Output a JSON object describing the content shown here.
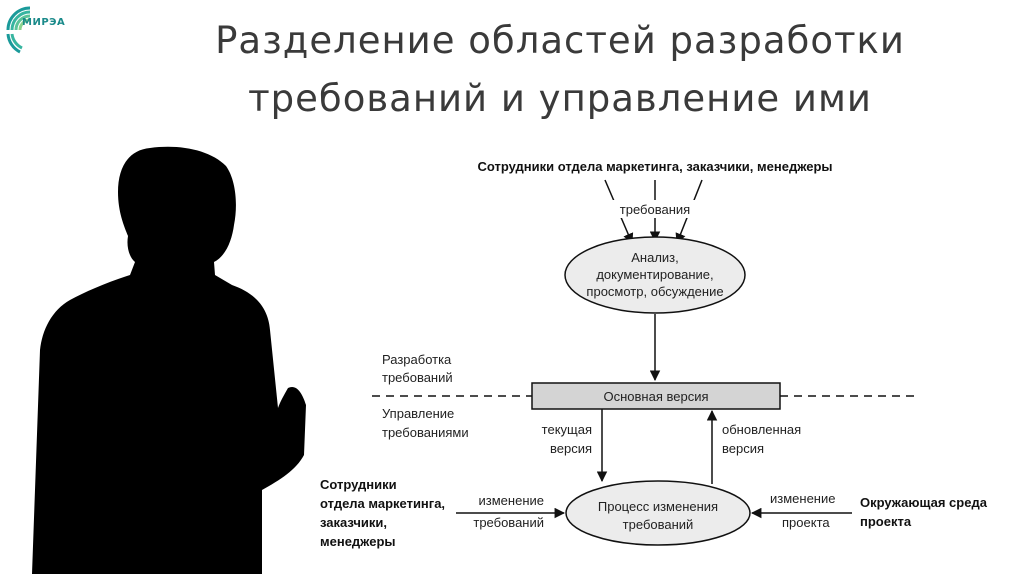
{
  "logo": {
    "text": "МИРЭА",
    "brand_color": "#1a8a8a"
  },
  "title": {
    "line1": "Разделение областей разработки",
    "line2": "требований и управление ими"
  },
  "diagram": {
    "top_actors": "Сотрудники отдела маркетинга, заказчики, менеджеры",
    "requirements_label": "требования",
    "analysis_lines": [
      "Анализ,",
      "документирование,",
      "просмотр, обсуждение"
    ],
    "zone_development": [
      "Разработка",
      "требований"
    ],
    "zone_management": [
      "Управление",
      "требованиями"
    ],
    "baseline": "Основная версия",
    "current_version": [
      "текущая",
      "версия"
    ],
    "updated_version": [
      "обновленная",
      "версия"
    ],
    "change_process": [
      "Процесс изменения",
      "требований"
    ],
    "left_actors": [
      "Сотрудники",
      "отдела маркетинга,",
      "заказчики,",
      "менеджеры"
    ],
    "req_change": [
      "изменение",
      "требований"
    ],
    "project_change": [
      "изменение",
      "проекта"
    ],
    "environment": [
      "Окружающая среда",
      "проекта"
    ]
  }
}
